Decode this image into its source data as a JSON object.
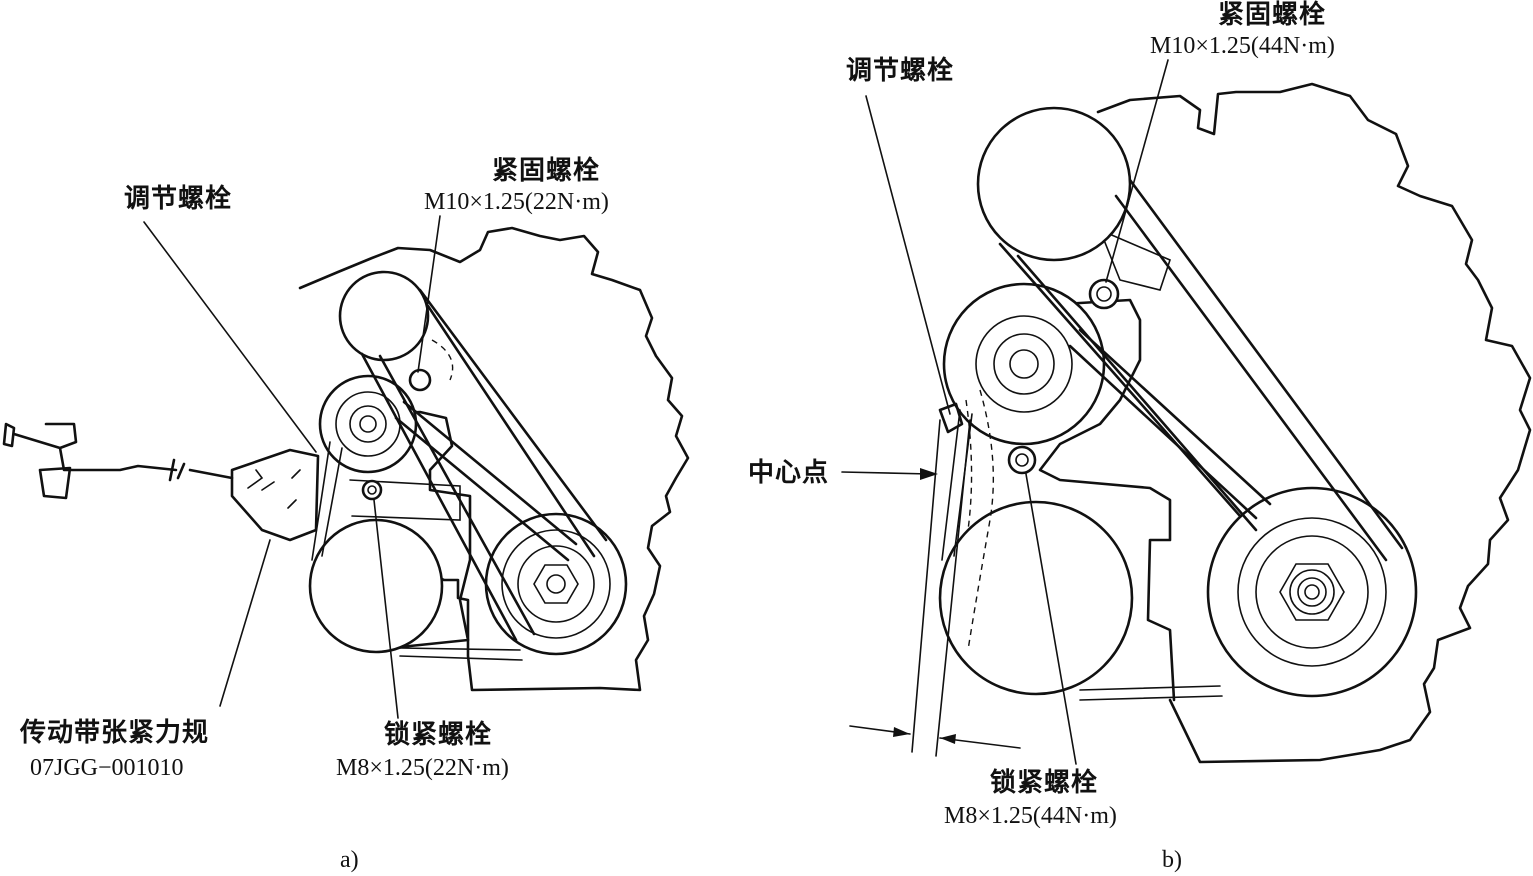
{
  "figure_a": {
    "caption": "a)",
    "labels": {
      "adjust_bolt": "调节螺栓",
      "fix_bolt": "紧固螺栓",
      "fix_bolt_spec": "M10×1.25(22N·m)",
      "lock_bolt": "锁紧螺栓",
      "lock_bolt_spec": "M8×1.25(22N·m)",
      "gauge_name": "传动带张紧力规",
      "gauge_code": "07JGG−001010"
    }
  },
  "figure_b": {
    "caption": "b)",
    "labels": {
      "adjust_bolt": "调节螺栓",
      "fix_bolt": "紧固螺栓",
      "fix_bolt_spec": "M10×1.25(44N·m)",
      "center_point": "中心点",
      "lock_bolt": "锁紧螺栓",
      "lock_bolt_spec": "M8×1.25(44N·m)"
    }
  }
}
